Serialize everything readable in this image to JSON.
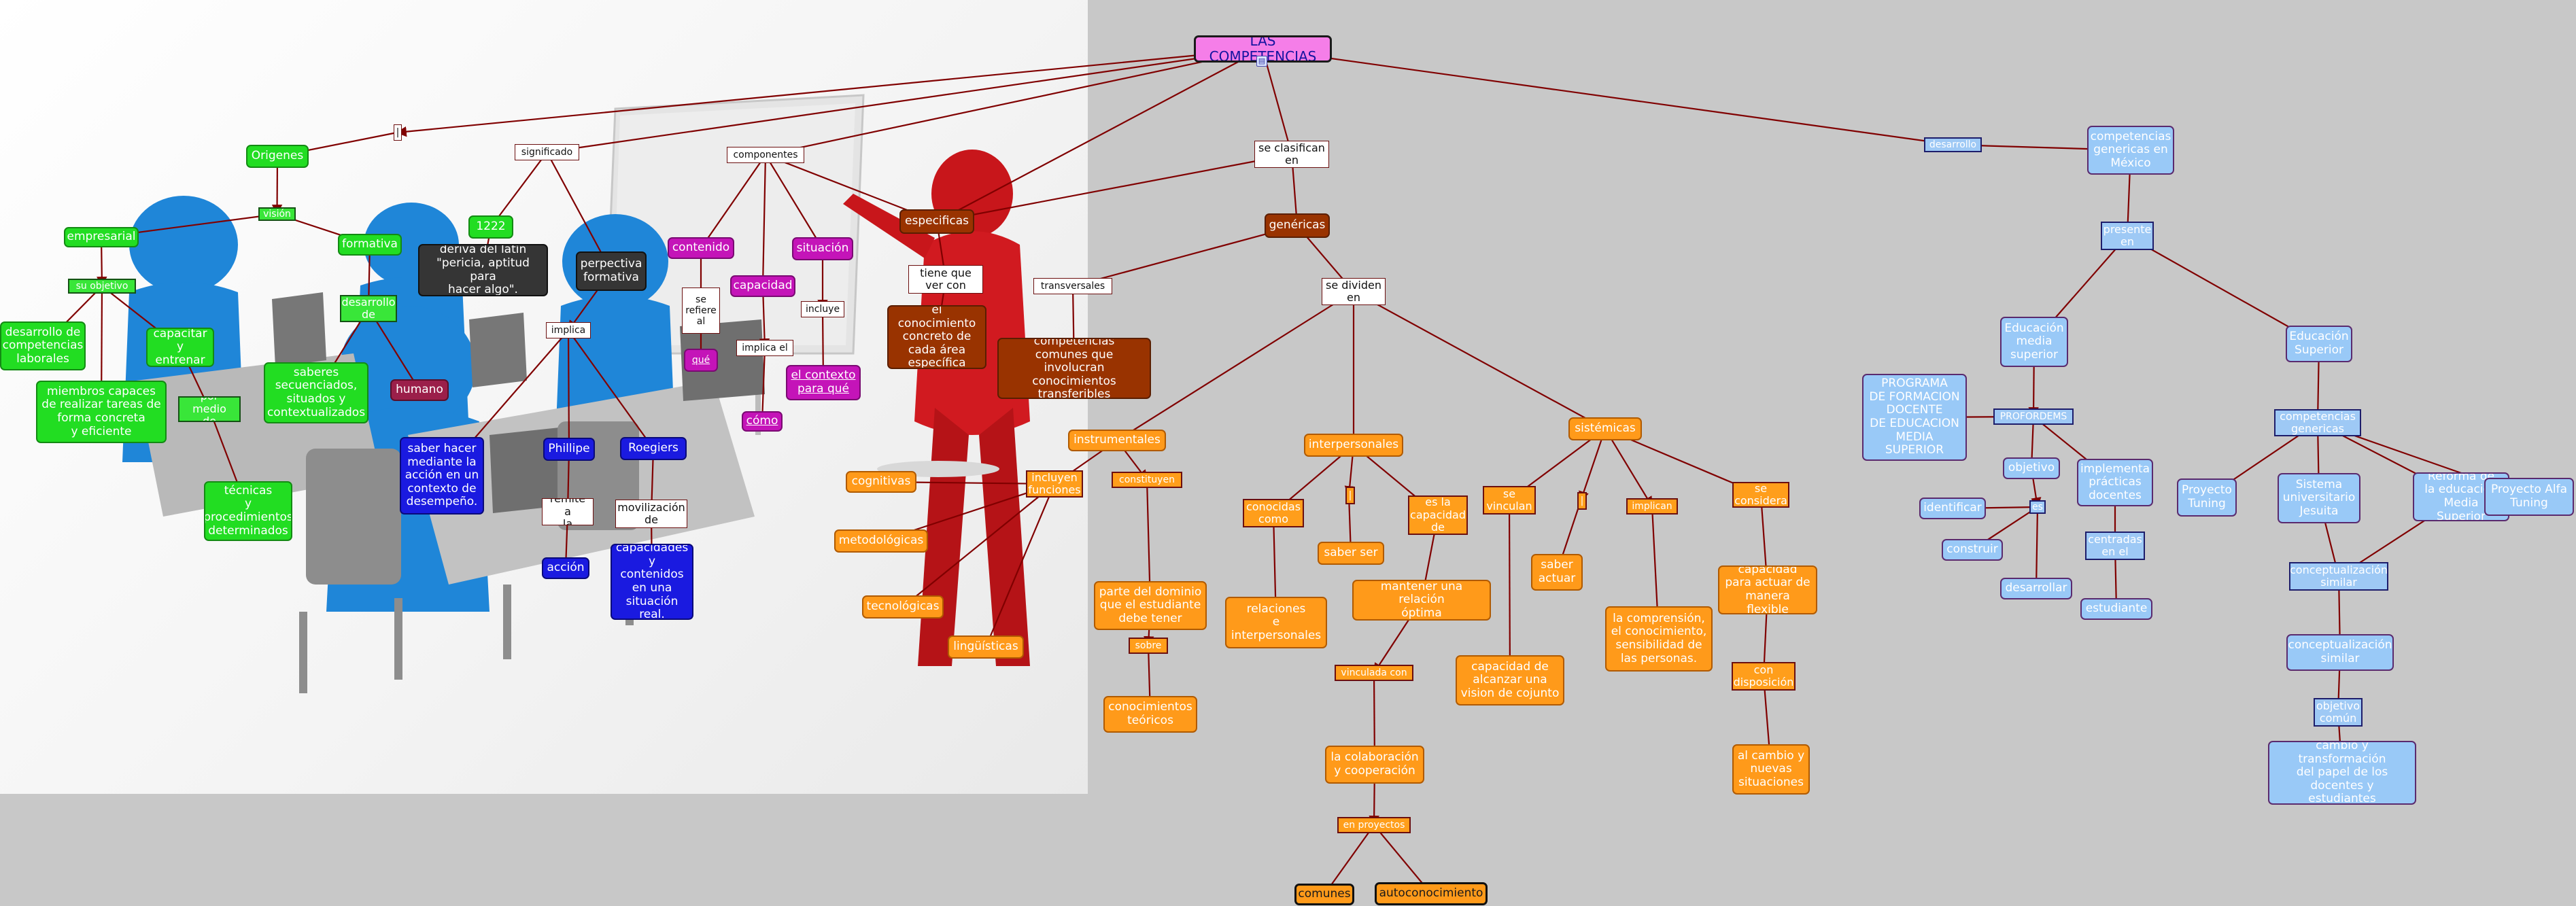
{
  "colors": {
    "link": "#800000",
    "background": "#c8c8c8",
    "title_fill": "#f57ee8",
    "green": "#22dd22",
    "magenta": "#c414b8",
    "orange": "#ff9a1a",
    "light_blue": "#99c9f7",
    "brown": "#993300",
    "dark_blue": "#1a1ae0"
  },
  "map": {
    "title": "LAS COMPETENCIAS",
    "title_icon": "document-icon",
    "nodes": {
      "pipe_1": "|",
      "significado": "significado",
      "componentes": "componentes",
      "se_clasifican_en": "se clasifican\nen",
      "desarrollo": "desarrollo",
      "origenes": "Origenes",
      "visión": "visión",
      "empresarial": "empresarial",
      "formativa": "formativa",
      "su_objetivo": "su objetivo",
      "desarrollo_de_1": "desarrollo\nde",
      "desarrollo_competencias": "desarrollo de\ncompetencias\nlaborales",
      "capacitar": "capacitar\ny entrenar",
      "miembros_capaces": "miembros capaces\nde realizar tareas de\nforma concreta\ny eficiente",
      "por_medio_de": "por medio\nde",
      "tecnicas": "técnicas\ny\nprocedimientos\ndeterminados",
      "saberes": "saberes\nsecuenciados,\nsituados y\ncontextualizados",
      "humano": "humano",
      "num_1222": "1222",
      "deriva_latin": "deriva del latín\n\"pericia, aptitud para\nhacer algo\".",
      "perpectiva": "perpectiva\nformativa",
      "implica": "implica",
      "saber_hacer": "saber hacer\nmediante la\nacción en un\ncontexto de\ndesempeño.",
      "phillipe": "Phillipe",
      "roegiers": "Roegiers",
      "remite_a_la": "remite a\nla",
      "accion": "acción",
      "movilizacion": "movilización\nde",
      "capacidades_contenidos": "capacidades\ny contenidos\nen una\nsituación\nreal.",
      "contenido": "contenido",
      "se_refiere_al": "se\nrefiere\nal",
      "que": "qué",
      "capacidad": "capacidad",
      "implica_el": "implica el",
      "como": "cómo",
      "situacion": "situación",
      "incluye": "incluye",
      "contexto_para_que": "el contexto\npara qué",
      "especificas": "especificas",
      "tiene_que_ver_con": "tiene que\nver con",
      "conocimiento_concreto": "el conocimiento\nconcreto de\ncada área\nespecífica",
      "genericas": "genéricas",
      "transversales": "transversales",
      "competencias_comunes": "competencias\ncomunes que\ninvolucran conocimientos\ntransferibles",
      "se_dividen_en": "se dividen\nen",
      "instrumentales": "instrumentales",
      "incluyen_funciones": "incluyen\nfunciones",
      "cognitivas": "cognitivas",
      "metodologicas": "metodológicas",
      "tecnologicas": "tecnológicas",
      "linguisticas": "lingüísticas",
      "constituyen": "constituyen",
      "parte_del_dominio": "parte del dominio\nque el estudiante\ndebe tener",
      "sobre": "sobre",
      "conocimientos_teoricos": "conocimientos\nteóricos",
      "interpersonales": "interpersonales",
      "conocidas_como": "conocidas\ncomo",
      "relaciones_interpersonales": "relaciones\ne\ninterpersonales",
      "pipe_2": "|",
      "saber_ser": "saber ser",
      "es_la_capacidad_de": "es la\ncapacidad\nde",
      "mantener_relacion": "mantener una relación\nóptima",
      "vinculada_con": "vinculada con",
      "colaboracion": "la colaboración\ny cooperación",
      "en_proyectos": "en proyectos",
      "comunes": "comunes",
      "autoconocimiento": "autoconocimiento",
      "sistemicas": "sistémicas",
      "se_vinculan": "se\nvinculan",
      "capacidad_alcanzar": "capacidad de\nalcanzar una\nvision de cojunto",
      "pipe_3": "|",
      "saber_actuar": "saber\nactuar",
      "implican": "implican",
      "comprension": "la comprensión,\nel conocimiento,\nsensibilidad de\nlas personas.",
      "se_considera": "se\nconsidera",
      "capacidad_flexible": "capacidad\npara actuar de\nmanera flexible",
      "con_disposicion": "con\ndisposición",
      "al_cambio": "al cambio y\nnuevas\nsituaciones",
      "competencias_genericas_mx": "competencias\ngenericas en\nMéxico",
      "presente_en": "presente\nen",
      "educacion_media_superior": "Educación\nmedia\nsuperior",
      "educacion_superior": "Educación\nSuperior",
      "programa_formacion": "PROGRAMA\nDE FORMACION\nDOCENTE\nDE EDUCACION\nMEDIA\nSUPERIOR",
      "profordems": "PROFORDEMS",
      "objetivo": "objetivo",
      "implementa_practicas": "implementa\nprácticas\ndocentes",
      "es": "es",
      "identificar": "identificar",
      "construir": "construir",
      "desarrollar": "desarrollar",
      "centradas_en_el": "centradas\nen el",
      "estudiante": "estudiante",
      "competencias_genericas": "competencias\ngenericas",
      "proyecto_tuning": "Proyecto\nTuning",
      "sistema_jesuita": "Sistema\nuniversitario\nJesuita",
      "reforma": "Reforma de\nla educación\nMedia Superior",
      "proyecto_alfa": "Proyecto Alfa\nTuning",
      "conceptualizacion_similar_lbl": "conceptualización\nsimilar",
      "conceptualizacion_similar": "conceptualización\nsimilar",
      "objetivo_comun": "objetivo\ncomún",
      "cambio_transformacion": "cambio y transformación\ndel papel de los\ndocentes y\nestudiantes"
    }
  }
}
